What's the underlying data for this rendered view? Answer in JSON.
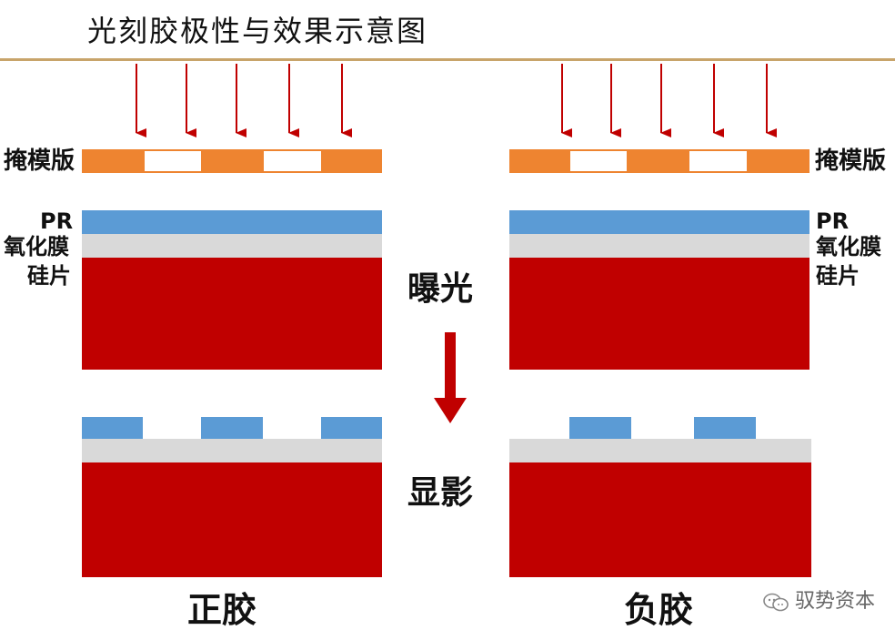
{
  "title": "光刻胶极性与效果示意图",
  "labels": {
    "mask": "掩模版",
    "pr": "PR",
    "oxide": "氧化膜",
    "wafer": "硅片"
  },
  "steps": {
    "exposure": "曝光",
    "develop": "显影"
  },
  "types": {
    "positive": "正胶",
    "negative": "负胶"
  },
  "watermark": "驭势资本",
  "colors": {
    "arrow": "#c00000",
    "mask": "#ee8430",
    "photoresist": "#5b9bd5",
    "oxide": "#d9d9d9",
    "silicon": "#c00000",
    "rule": "#c8a46a"
  },
  "icons": {
    "watermark": "wechat-icon"
  }
}
